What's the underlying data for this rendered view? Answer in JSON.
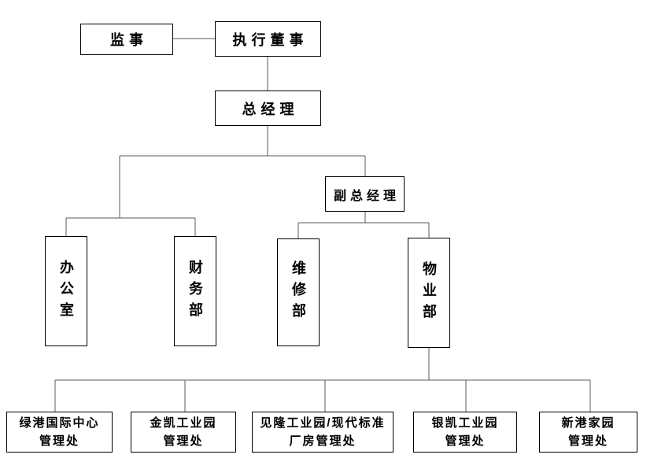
{
  "chart_title": "",
  "colors": {
    "background": "#ffffff",
    "box_border": "#000000",
    "connector": "#595959",
    "text": "#000000"
  },
  "nodes": {
    "jianshi": {
      "label": "监事"
    },
    "zhixing": {
      "label": "执行董事"
    },
    "zongjingli": {
      "label": "总经理"
    },
    "fuzong": {
      "label": "副总经理"
    },
    "bangongshi": {
      "label": "办公室"
    },
    "caiwubu": {
      "label": "财务部"
    },
    "weixiubu": {
      "label": "维修部"
    },
    "wuyebu": {
      "label": "物业部"
    },
    "lvgang": {
      "lines": [
        "绿港国际中心",
        "管理处"
      ]
    },
    "jinkai": {
      "lines": [
        "金凯工业园",
        "管理处"
      ]
    },
    "jianlong": {
      "lines": [
        "见隆工业园/现代标准",
        "厂房管理处"
      ]
    },
    "yinkai": {
      "lines": [
        "银凯工业园",
        "管理处"
      ]
    },
    "xingang": {
      "lines": [
        "新港家园",
        "管理处"
      ]
    }
  },
  "edges": [
    {
      "from": "jianshi",
      "to": "zhixing",
      "type": "lateral"
    },
    {
      "from": "zhixing",
      "to": "zongjingli",
      "type": "reports"
    },
    {
      "from": "zongjingli",
      "to": "bangongshi",
      "type": "reports"
    },
    {
      "from": "zongjingli",
      "to": "caiwubu",
      "type": "reports"
    },
    {
      "from": "zongjingli",
      "to": "fuzong",
      "type": "reports"
    },
    {
      "from": "fuzong",
      "to": "weixiubu",
      "type": "reports"
    },
    {
      "from": "fuzong",
      "to": "wuyebu",
      "type": "reports"
    },
    {
      "from": "wuyebu",
      "to": "lvgang",
      "type": "reports"
    },
    {
      "from": "wuyebu",
      "to": "jinkai",
      "type": "reports"
    },
    {
      "from": "wuyebu",
      "to": "jianlong",
      "type": "reports"
    },
    {
      "from": "wuyebu",
      "to": "yinkai",
      "type": "reports"
    },
    {
      "from": "wuyebu",
      "to": "xingang",
      "type": "reports"
    }
  ]
}
